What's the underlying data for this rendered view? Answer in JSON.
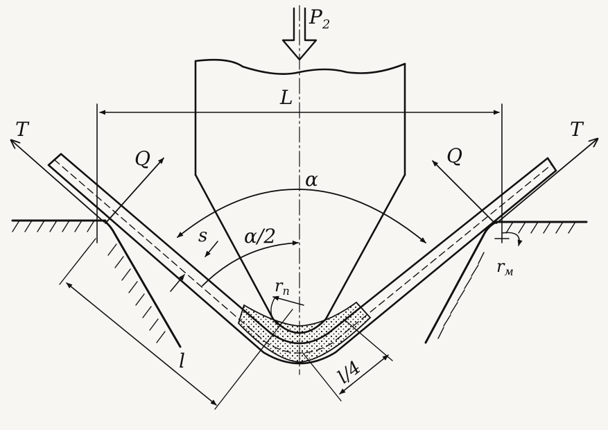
{
  "labels": {
    "force": "P",
    "force_sub": "2",
    "span": "L",
    "angle": "α",
    "half_angle": "α/2",
    "thickness": "s",
    "punch_radius": "r",
    "punch_radius_sub": "п",
    "die_radius": "r",
    "die_radius_sub": "м",
    "tension_left": "T",
    "tension_right": "T",
    "normal_left": "Q",
    "normal_right": "Q",
    "arm_length": "l",
    "quarter_length": "l/4"
  },
  "colors": {
    "ink": "#111111",
    "paper": "#f7f6f2"
  }
}
